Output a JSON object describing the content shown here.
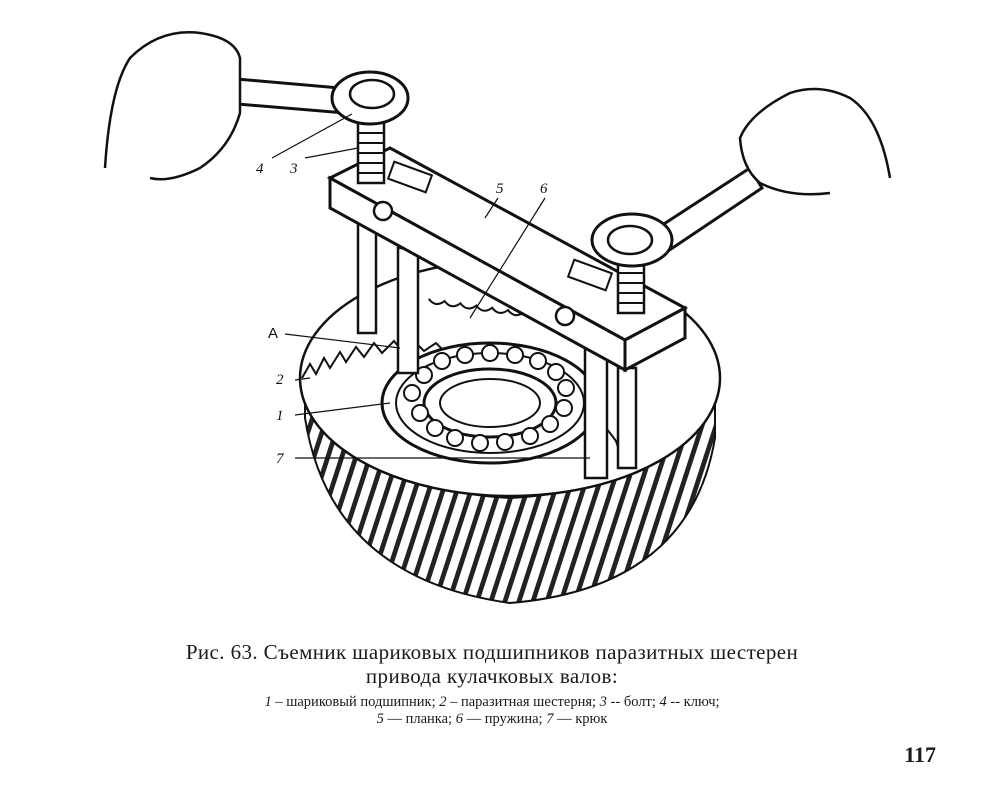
{
  "figure": {
    "callouts": {
      "c4": "4",
      "c3": "3",
      "c5": "5",
      "c6": "6",
      "cA": "А",
      "c2": "2",
      "c1": "1",
      "c7": "7"
    }
  },
  "caption": {
    "title_line1": "Рис. 63. Съемник шариковых подшипников паразитных шестерен",
    "title_line2": "привода кулачковых валов:",
    "legend_line1": [
      {
        "num": "1",
        "text": " – шариковый подшипник; "
      },
      {
        "num": "2",
        "text": " – паразитная шестерня; "
      },
      {
        "num": "3",
        "text": " -- болт; "
      },
      {
        "num": "4",
        "text": " -- ключ;"
      }
    ],
    "legend_line2": [
      {
        "num": "5",
        "text": " — планка; "
      },
      {
        "num": "6",
        "text": " — пружина; "
      },
      {
        "num": "7",
        "text": " — крюк"
      }
    ]
  },
  "page_number": "117"
}
